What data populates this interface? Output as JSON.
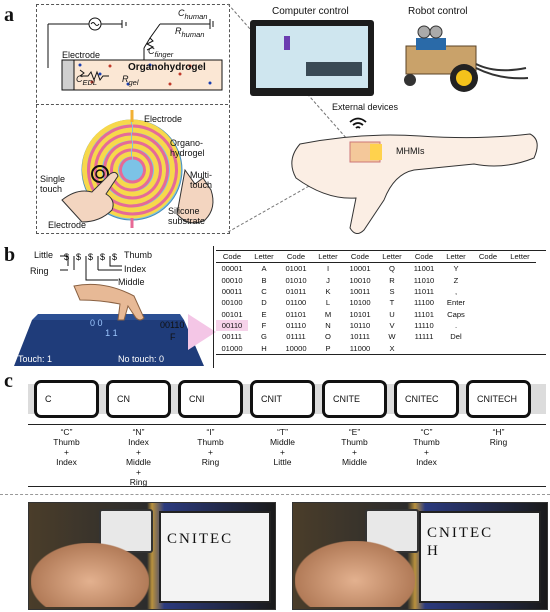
{
  "panel_a": {
    "letter": "a",
    "circuit": {
      "c_human": "C",
      "c_human_sub": "human",
      "r_human": "R",
      "r_human_sub": "human",
      "c_finger": "C",
      "c_finger_sub": "finger",
      "electrode": "Electrode",
      "c_edl": "C",
      "c_edl_sub": "EDL",
      "r_gel": "R",
      "r_gel_sub": "gel",
      "organohydrogel": "Organohydrogel"
    },
    "spiral": {
      "electrode_top": "Electrode",
      "organo_label": "Organo-\nhydrogel",
      "single_touch": "Single\ntouch",
      "multi_touch": "Multi-\ntouch",
      "electrode_bottom": "Electrode",
      "silicone": "Silicone\nsubstrate"
    },
    "computer_control": "Computer control",
    "robot_control": "Robot control",
    "external_devices": "External devices",
    "mhmis": "MHMIs"
  },
  "panel_b": {
    "letter": "b",
    "finger_labels": {
      "little": "Little",
      "thumb": "Thumb",
      "ring": "Ring",
      "index": "Index",
      "middle": "Middle"
    },
    "touch_legend": {
      "touch": "Touch: 1",
      "no_touch": "No touch: 0"
    },
    "hand_digits": [
      "0",
      "0",
      "1",
      "1",
      "0"
    ],
    "example_code": "00110",
    "example_letter": "F",
    "table_headers": [
      "Code",
      "Letter",
      "Code",
      "Letter",
      "Code",
      "Letter",
      "Code",
      "Letter",
      "Code",
      "Letter"
    ],
    "table_rows": [
      [
        "00001",
        "A",
        "01001",
        "I",
        "10001",
        "Q",
        "11001",
        "Y"
      ],
      [
        "00010",
        "B",
        "01010",
        "J",
        "10010",
        "R",
        "11010",
        "Z"
      ],
      [
        "00011",
        "C",
        "01011",
        "K",
        "10011",
        "S",
        "11011",
        ","
      ],
      [
        "00100",
        "D",
        "01100",
        "L",
        "10100",
        "T",
        "11100",
        "Enter"
      ],
      [
        "00101",
        "E",
        "01101",
        "M",
        "10101",
        "U",
        "11101",
        "Caps"
      ],
      [
        "00110",
        "F",
        "01110",
        "N",
        "10110",
        "V",
        "11110",
        "."
      ],
      [
        "00111",
        "G",
        "01111",
        "O",
        "10111",
        "W",
        "11111",
        "Del"
      ],
      [
        "01000",
        "H",
        "10000",
        "P",
        "11000",
        "X",
        "",
        ""
      ]
    ]
  },
  "panel_c": {
    "letter": "c",
    "boxes": [
      "C",
      "CN",
      "CNI",
      "CNIT",
      "CNITE",
      "CNITEC",
      "CNITECH"
    ],
    "letters": [
      "“C”",
      "“N”",
      "“I”",
      "“T”",
      "“E”",
      "“C”",
      "“H”"
    ],
    "fingers": [
      [
        "Thumb",
        "+",
        "Index"
      ],
      [
        "Index",
        "+",
        "Middle",
        "+",
        "Ring"
      ],
      [
        "Thumb",
        "+",
        "Ring"
      ],
      [
        "Middle",
        "+",
        "Little"
      ],
      [
        "Thumb",
        "+",
        "Middle"
      ],
      [
        "Thumb",
        "+",
        "Index"
      ],
      [
        "Ring"
      ]
    ],
    "screen_left": "CNITEC",
    "screen_right_1": "CNITEC",
    "screen_right_2": "H"
  }
}
